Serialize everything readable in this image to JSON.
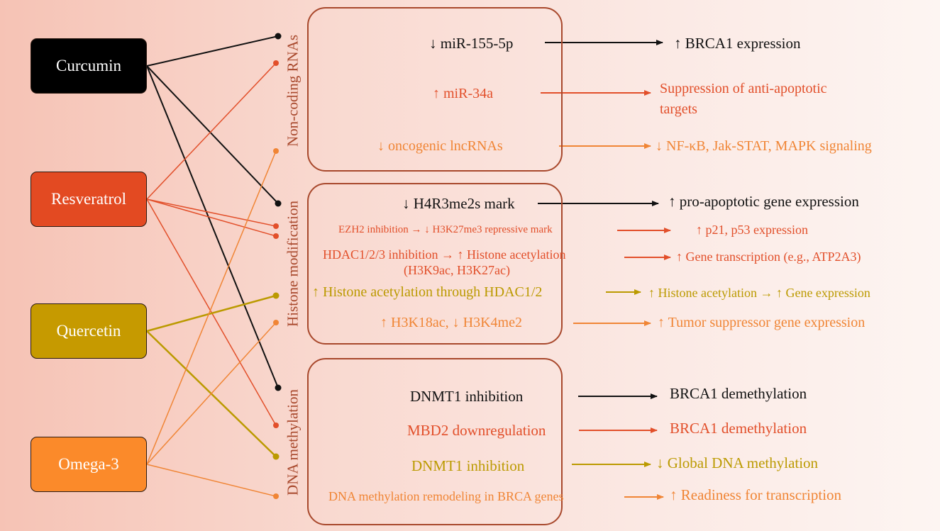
{
  "compounds": [
    {
      "label": "Curcumin",
      "color": "#000000",
      "text_color": "#ffffff"
    },
    {
      "label": "Resveratrol",
      "color": "#e34a22",
      "text_color": "#ffffff"
    },
    {
      "label": "Quercetin",
      "color": "#c69a00",
      "text_color": "#ffffff"
    },
    {
      "label": "Omega-3",
      "color": "#fb8a2a",
      "text_color": "#ffffff"
    }
  ],
  "sections": [
    {
      "label": "Non-coding RNAs"
    },
    {
      "label": "Histone modification"
    },
    {
      "label": "DNA methylation"
    }
  ],
  "mechanisms": {
    "ncrna": [
      {
        "cause": "↓ miR-155-5p",
        "effect": "↑ BRCA1 expression",
        "color": "#111111"
      },
      {
        "cause": "↑ miR-34a",
        "effect_line1": "Suppression of anti-apoptotic",
        "effect_line2": "targets",
        "color": "#e24f2a"
      },
      {
        "cause": "↓ oncogenic lncRNAs",
        "effect": "↓ NF-κB, Jak-STAT, MAPK signaling",
        "color": "#f08535"
      }
    ],
    "histone": [
      {
        "cause": "↓ H4R3me2s mark",
        "effect": "↑ pro-apoptotic gene expression",
        "color": "#111111"
      },
      {
        "cause": "EZH2 inhibition → ↓ H3K27me3 repressive mark",
        "effect": "↑ p21, p53 expression",
        "color": "#e24f2a"
      },
      {
        "cause_line1": "HDAC1/2/3 inhibition → ↑ Histone acetylation",
        "cause_line2": "(H3K9ac, H3K27ac)",
        "effect": "↑ Gene transcription (e.g., ATP2A3)",
        "color": "#e24f2a"
      },
      {
        "cause": "↑ Histone acetylation through HDAC1/2",
        "effect": "↑ Histone acetylation → ↑ Gene expression",
        "color": "#bb9a00"
      },
      {
        "cause": "↑ H3K18ac, ↓ H3K4me2",
        "effect": "↑ Tumor suppressor gene expression",
        "color": "#f08535"
      }
    ],
    "dna": [
      {
        "cause": "DNMT1 inhibition",
        "effect": "BRCA1 demethylation",
        "color": "#111111"
      },
      {
        "cause": "MBD2 downregulation",
        "effect": "BRCA1 demethylation",
        "color": "#e24f2a"
      },
      {
        "cause": "DNMT1 inhibition",
        "effect": "↓ Global DNA methylation",
        "color": "#bb9a00"
      },
      {
        "cause": "DNA methylation remodeling in BRCA genes",
        "effect": "↑ Readiness for transcription",
        "color": "#f08535"
      }
    ]
  },
  "colors": {
    "panel_border": "#a8482c",
    "background_left": "#f6c3b5",
    "background_right": "#fdf5f2"
  }
}
